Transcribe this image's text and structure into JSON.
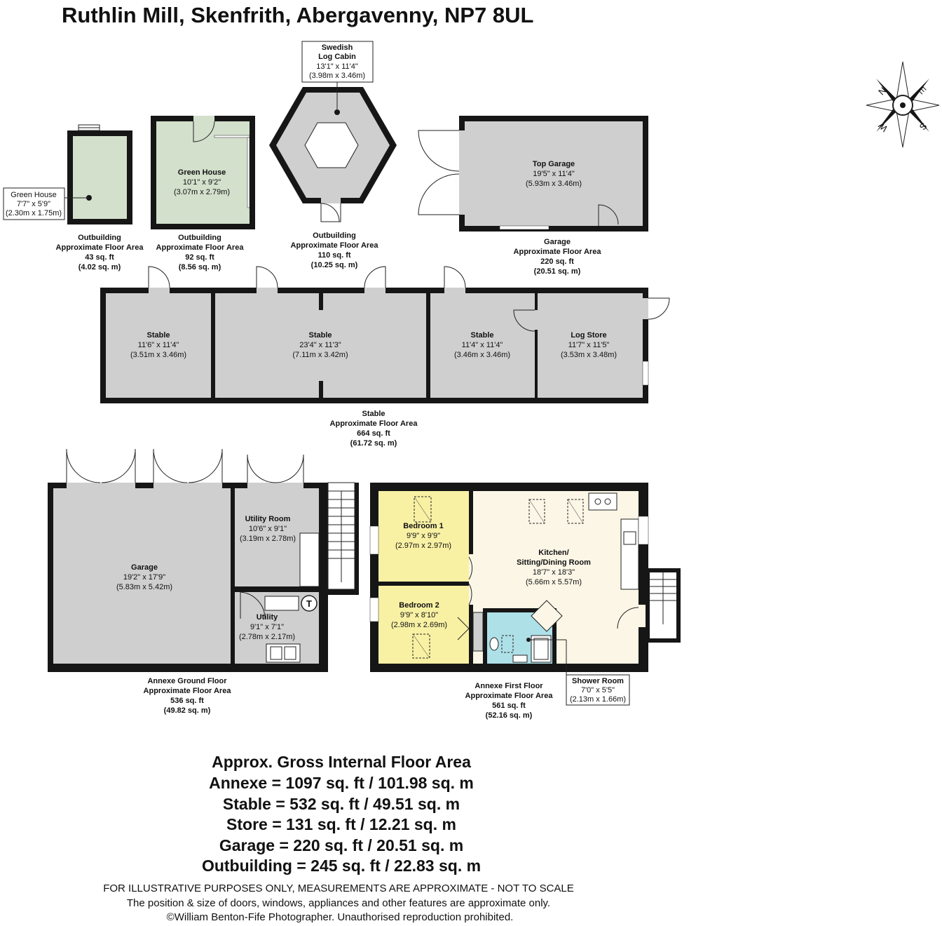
{
  "title": "Ruthlin Mill, Skenfrith, Abergavenny, NP7 8UL",
  "compass": {
    "letters": [
      "N",
      "E",
      "S",
      "W"
    ]
  },
  "rooms": {
    "greenhouse_small": {
      "name": "Green House",
      "dims": "7'7\" x 5'9\"",
      "metric": "(2.30m x 1.75m)"
    },
    "greenhouse": {
      "name": "Green House",
      "dims": "10'1\" x 9'2\"",
      "metric": "(3.07m x 2.79m)"
    },
    "log_cabin": {
      "name_line1": "Swedish",
      "name_line2": "Log Cabin",
      "dims": "13'1\" x 11'4\"",
      "metric": "(3.98m x 3.46m)"
    },
    "top_garage": {
      "name": "Top Garage",
      "dims": "19'5\" x 11'4\"",
      "metric": "(5.93m x 3.46m)"
    },
    "stable_1": {
      "name": "Stable",
      "dims": "11'6\" x 11'4\"",
      "metric": "(3.51m x 3.46m)"
    },
    "stable_2": {
      "name": "Stable",
      "dims": "23'4\" x 11'3\"",
      "metric": "(7.11m x 3.42m)"
    },
    "stable_3": {
      "name": "Stable",
      "dims": "11'4\" x 11'4\"",
      "metric": "(3.46m x 3.46m)"
    },
    "log_store": {
      "name": "Log Store",
      "dims": "11'7\" x 11'5\"",
      "metric": "(3.53m x 3.48m)"
    },
    "garage": {
      "name": "Garage",
      "dims": "19'2\" x 17'9\"",
      "metric": "(5.83m x 5.42m)"
    },
    "utility_room": {
      "name": "Utility Room",
      "dims": "10'6\" x 9'1\"",
      "metric": "(3.19m x 2.78m)"
    },
    "utility": {
      "name": "Utility",
      "dims": "9'1\" x 7'1\"",
      "metric": "(2.78m x 2.17m)",
      "symbol": "T"
    },
    "bedroom_1": {
      "name": "Bedroom 1",
      "dims": "9'9\" x 9'9\"",
      "metric": "(2.97m x 2.97m)"
    },
    "bedroom_2": {
      "name": "Bedroom 2",
      "dims": "9'9\" x 8'10\"",
      "metric": "(2.98m x 2.69m)"
    },
    "kitchen": {
      "name_line1": "Kitchen/",
      "name_line2": "Sitting/Dining Room",
      "dims": "18'7\" x 18'3\"",
      "metric": "(5.66m x 5.57m)"
    },
    "shower_room": {
      "name": "Shower Room",
      "dims": "7'0\" x 5'5\"",
      "metric": "(2.13m x 1.66m)"
    }
  },
  "areas": {
    "outbuilding_1": {
      "name": "Outbuilding",
      "label": "Approximate Floor Area",
      "sqft": "43 sq. ft",
      "sqm": "(4.02 sq. m)"
    },
    "outbuilding_2": {
      "name": "Outbuilding",
      "label": "Approximate Floor Area",
      "sqft": "92 sq. ft",
      "sqm": "(8.56 sq. m)"
    },
    "outbuilding_3": {
      "name": "Outbuilding",
      "label": "Approximate Floor Area",
      "sqft": "110 sq. ft",
      "sqm": "(10.25 sq. m)"
    },
    "garage": {
      "name": "Garage",
      "label": "Approximate Floor Area",
      "sqft": "220 sq. ft",
      "sqm": "(20.51 sq. m)"
    },
    "stable": {
      "name": "Stable",
      "label": "Approximate Floor Area",
      "sqft": "664 sq. ft",
      "sqm": "(61.72 sq. m)"
    },
    "annexe_ground": {
      "name": "Annexe Ground Floor",
      "label": "Approximate Floor Area",
      "sqft": "536 sq. ft",
      "sqm": "(49.82 sq. m)"
    },
    "annexe_first": {
      "name": "Annexe First Floor",
      "label": "Approximate Floor Area",
      "sqft": "561 sq. ft",
      "sqm": "(52.16 sq. m)"
    }
  },
  "totals": {
    "heading": "Approx. Gross Internal Floor Area",
    "lines": [
      "Annexe = 1097 sq. ft / 101.98 sq. m",
      "Stable = 532 sq. ft / 49.51 sq. m",
      "Store = 131 sq. ft / 12.21 sq. m",
      "Garage = 220 sq. ft / 20.51 sq. m",
      "Outbuilding = 245 sq. ft / 22.83 sq. m"
    ]
  },
  "footer": [
    "FOR ILLUSTRATIVE PURPOSES ONLY, MEASUREMENTS ARE APPROXIMATE - NOT TO SCALE",
    "The position & size of doors, windows, appliances and other features are approximate only.",
    "©William Benton-Fife Photographer. Unauthorised reproduction prohibited."
  ]
}
